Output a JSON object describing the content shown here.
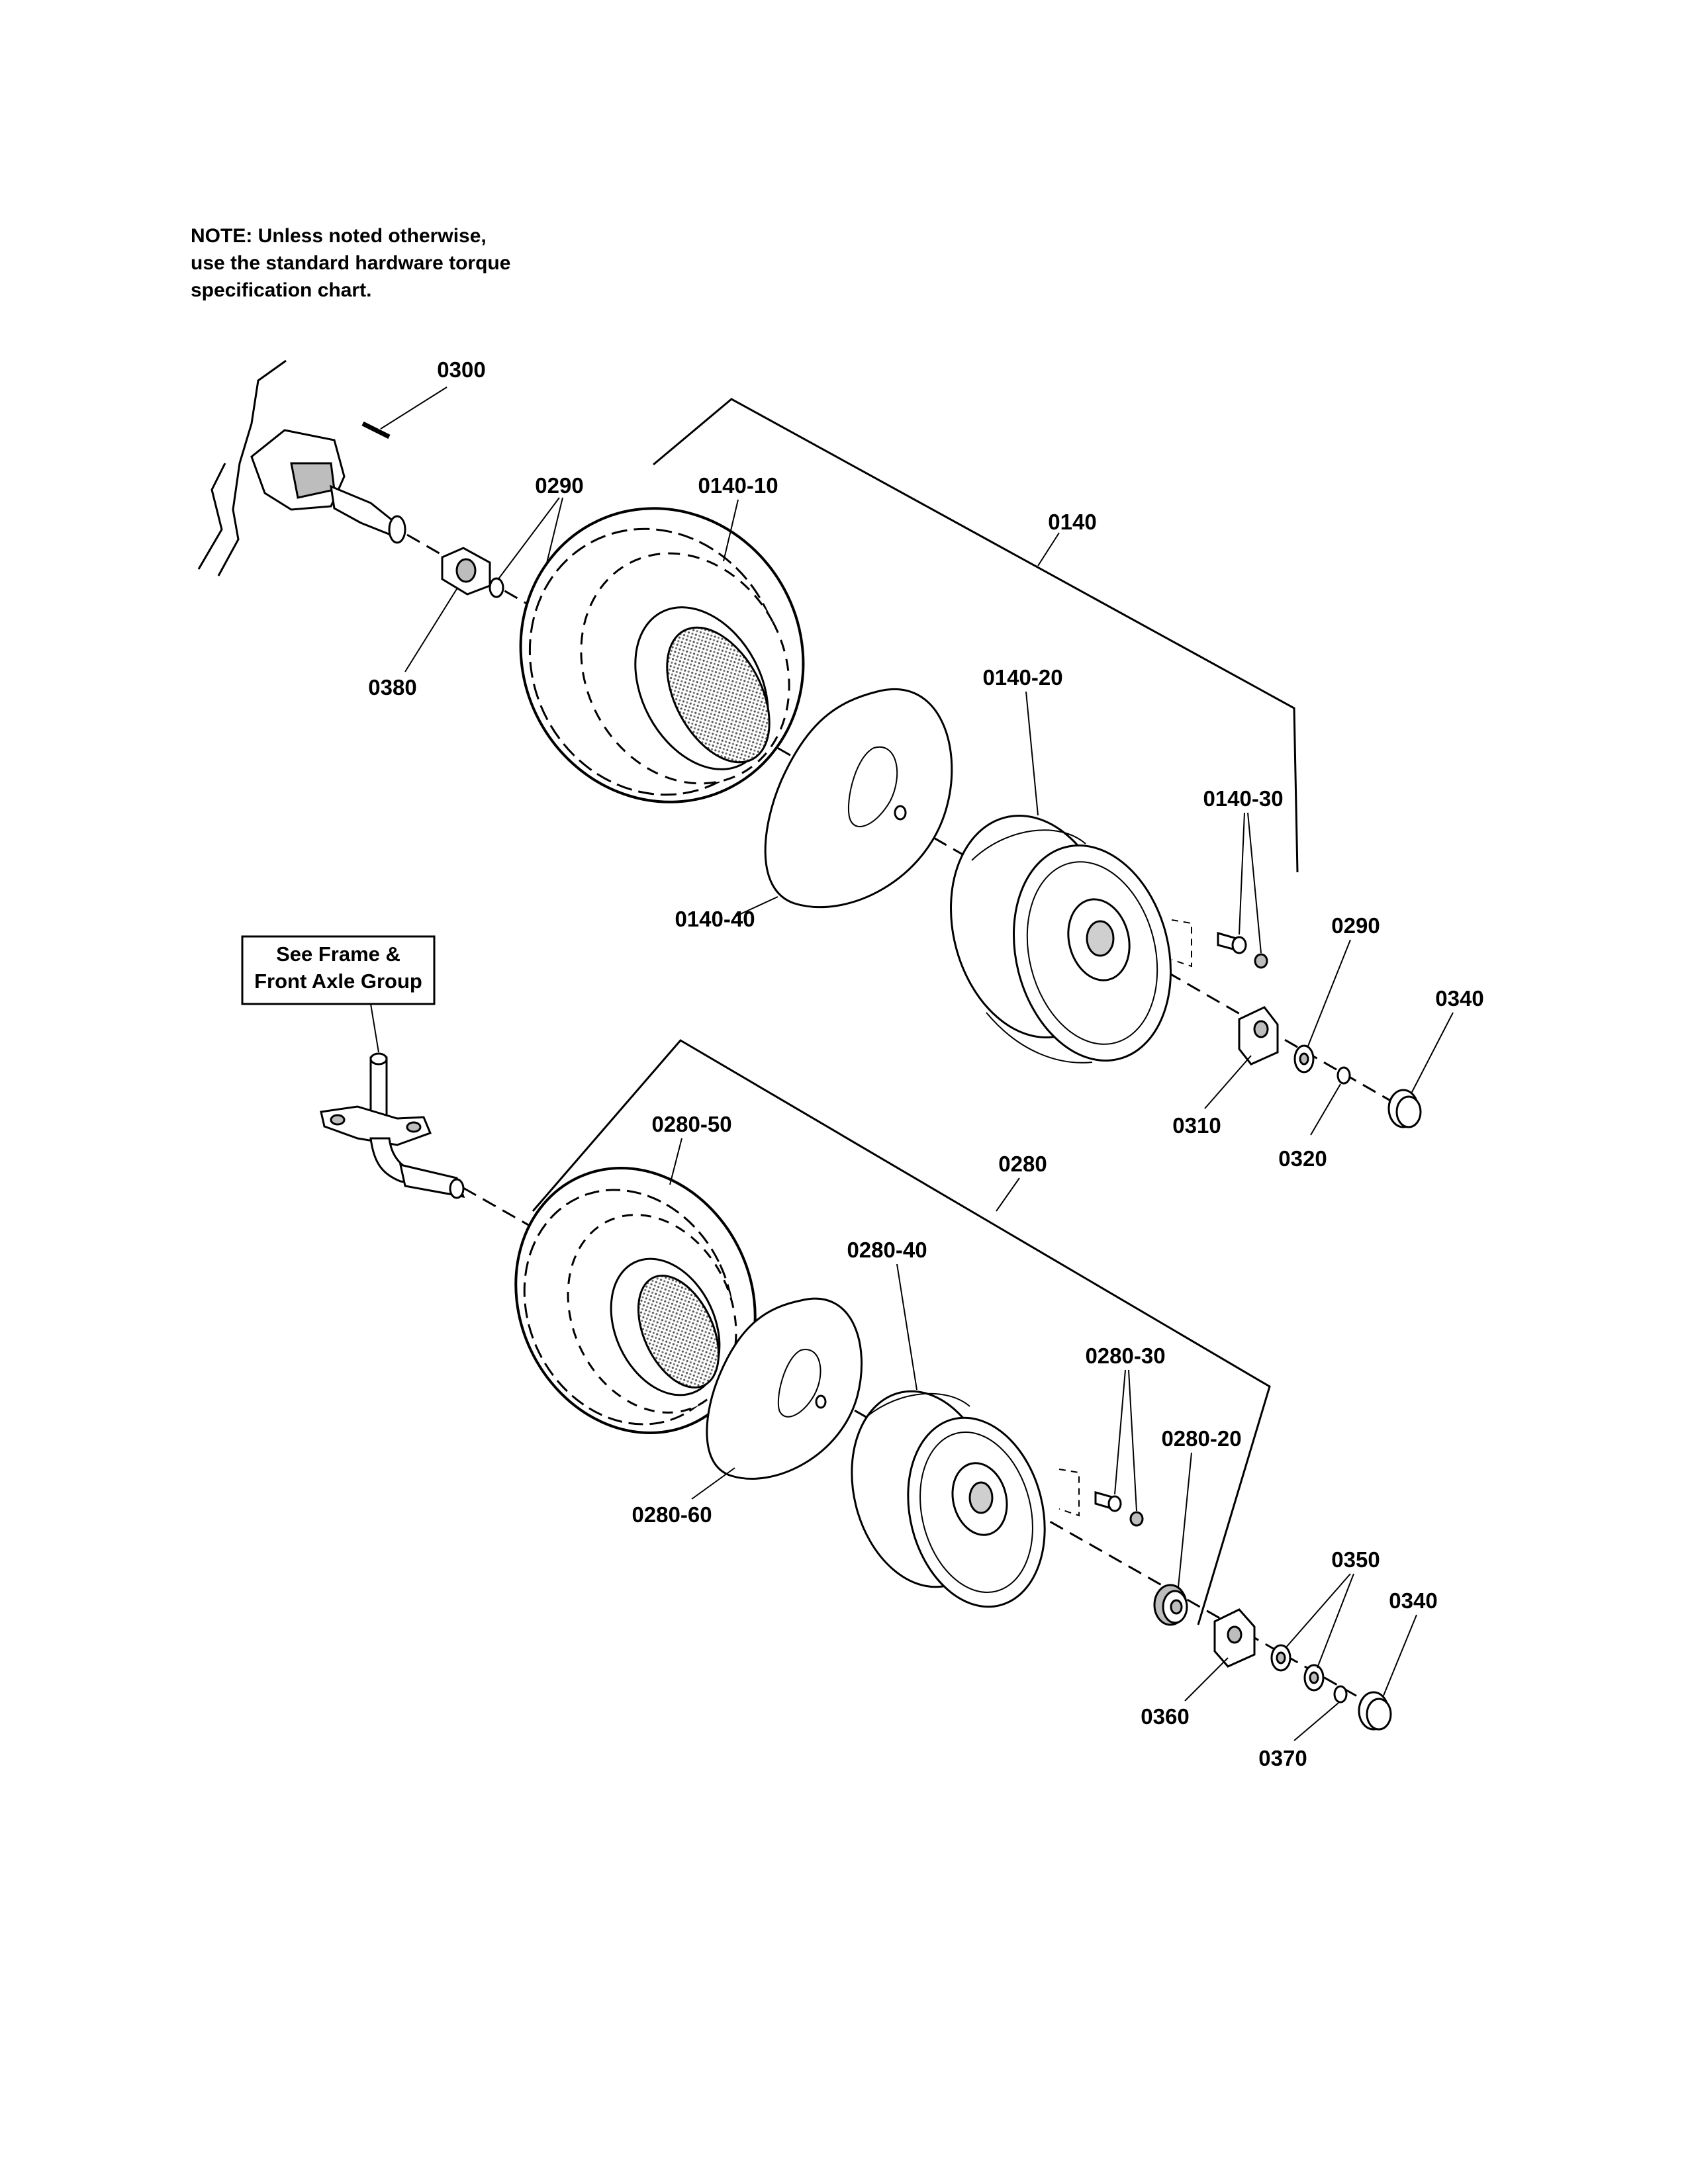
{
  "note": {
    "line1": "NOTE: Unless noted otherwise,",
    "line2": "use the standard hardware torque",
    "line3": "specification chart."
  },
  "reference_box": {
    "line1": "See Frame &",
    "line2": "Front Axle Group"
  },
  "callouts": {
    "c0300": "0300",
    "c0290_top": "0290",
    "c0140_10": "0140-10",
    "c0140": "0140",
    "c0380": "0380",
    "c0140_20": "0140-20",
    "c0140_30": "0140-30",
    "c0140_40": "0140-40",
    "c0290_right": "0290",
    "c0340_top": "0340",
    "c0310": "0310",
    "c0320": "0320",
    "c0280_50": "0280-50",
    "c0280": "0280",
    "c0280_40": "0280-40",
    "c0280_30": "0280-30",
    "c0280_20": "0280-20",
    "c0280_60": "0280-60",
    "c0350": "0350",
    "c0340_bottom": "0340",
    "c0360": "0360",
    "c0370": "0370"
  }
}
